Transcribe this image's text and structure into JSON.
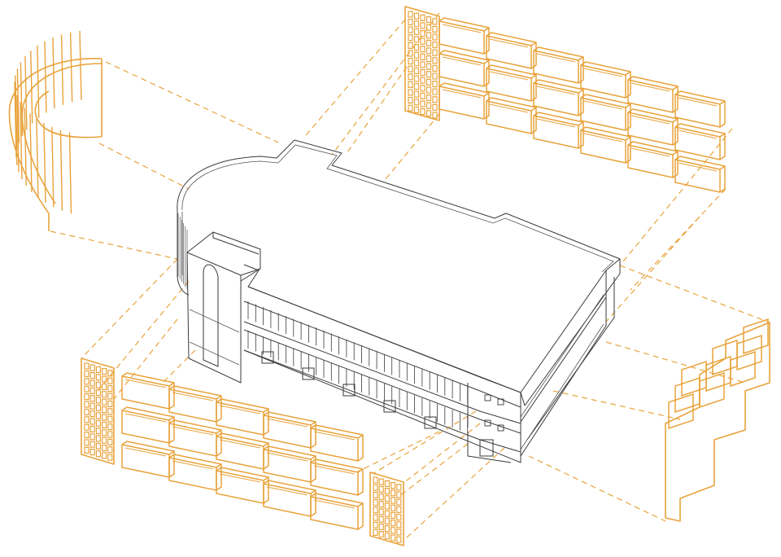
{
  "diagram": {
    "kind": "exploded axonometric facade diagram",
    "colors": {
      "facade_accent": "#E8A33C",
      "building_line": "#3A3A3A",
      "background": "#FFFFFF"
    },
    "components": [
      "curved-louver-screen",
      "north-louvered-facade",
      "north-perforated-panel",
      "south-louvered-facade",
      "south-perforated-panel",
      "west-perforated-panel",
      "east-louvered-facade",
      "central-building"
    ],
    "panel_counts": {
      "north_facade_rows": 3,
      "north_facade_cols": 6,
      "south_facade_rows": 3,
      "south_facade_cols": 5,
      "east_facade_rows": 3,
      "east_facade_cols": 3,
      "curved_screen_fins": 22
    }
  }
}
